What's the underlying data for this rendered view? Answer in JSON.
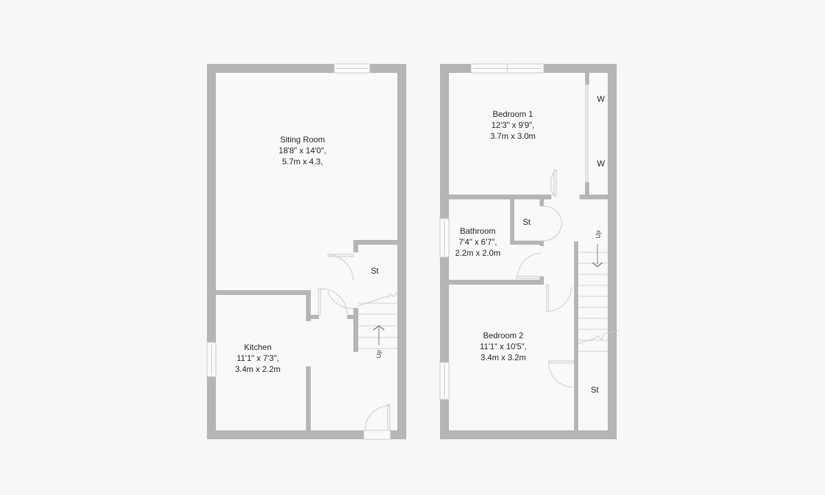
{
  "colors": {
    "background": "#f7f7f7",
    "wall": "#b5b5b6",
    "floor": "#f9f9f9",
    "line": "#c8c8c8"
  },
  "ground_floor": {
    "rooms": [
      {
        "name": "Siting Room",
        "imperial": "18'8\" x 14'0\",",
        "metric": "5.7m x 4.3,"
      },
      {
        "name": "Kitchen",
        "imperial": "11'1\" x 7'3\",",
        "metric": "3.4m x 2.2m"
      }
    ],
    "store_label": "St",
    "stairs_label": "Up"
  },
  "first_floor": {
    "rooms": [
      {
        "name": "Bedroom 1",
        "imperial": "12'3\" x 9'9\",",
        "metric": "3.7m x 3.0m"
      },
      {
        "name": "Bathroom",
        "imperial": "7'4\" x 6'7\",",
        "metric": "2.2m x 2.0m"
      },
      {
        "name": "Bedroom 2",
        "imperial": "11'1\" x 10'5\",",
        "metric": "3.4m x 3.2m"
      }
    ],
    "wardrobe_labels": [
      "W",
      "W"
    ],
    "store_labels": [
      "St",
      "St"
    ],
    "stairs_label": "Up"
  }
}
